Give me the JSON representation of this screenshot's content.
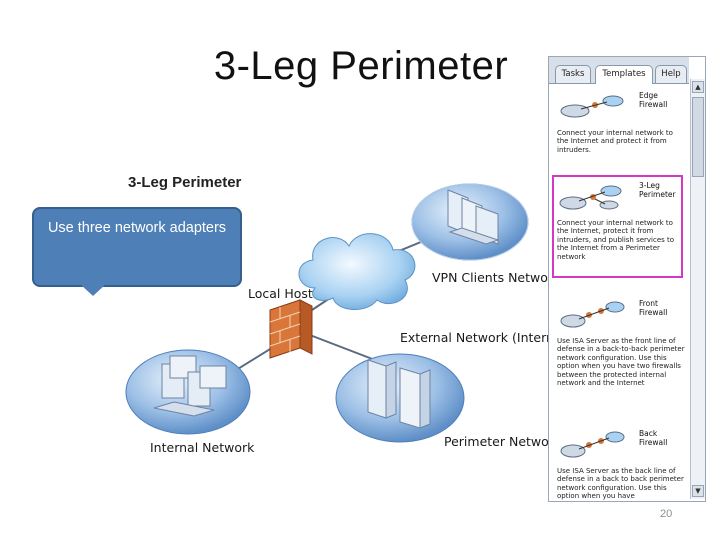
{
  "slide": {
    "title": "3-Leg Perimeter",
    "page_number": "20"
  },
  "callout": {
    "text": "Use three network adapters"
  },
  "diagram": {
    "title": "3-Leg Perimeter",
    "labels": {
      "vpn": "VPN Clients Network",
      "local_host": "Local Host",
      "external": "External Network (Internet)",
      "internal": "Internal Network",
      "perimeter": "Perimeter Network"
    }
  },
  "panel": {
    "tabs": [
      "Tasks",
      "Templates",
      "Help"
    ],
    "active_tab": "Templates",
    "templates": [
      {
        "name1": "Edge",
        "name2": "Firewall",
        "desc": "Connect your internal network to the Internet and protect it from intruders."
      },
      {
        "name1": "3-Leg",
        "name2": "Perimeter",
        "desc": "Connect your internal network to the Internet, protect it from intruders, and publish services to the Internet from a Perimeter network"
      },
      {
        "name1": "Front",
        "name2": "Firewall",
        "desc": "Use ISA Server as the front line of defense in a back-to-back perimeter network configuration. Use this option when you have two firewalls between the protected internal network and the Internet"
      },
      {
        "name1": "Back",
        "name2": "Firewall",
        "desc": "Use ISA Server as the back line of defense in a back to back perimeter network configuration. Use this option when you have"
      }
    ]
  },
  "colors": {
    "callout": "#4e7fb6",
    "highlight": "#d23ac5",
    "network_globe": "#6f9fd3",
    "cloud": "#8ec2ec"
  }
}
